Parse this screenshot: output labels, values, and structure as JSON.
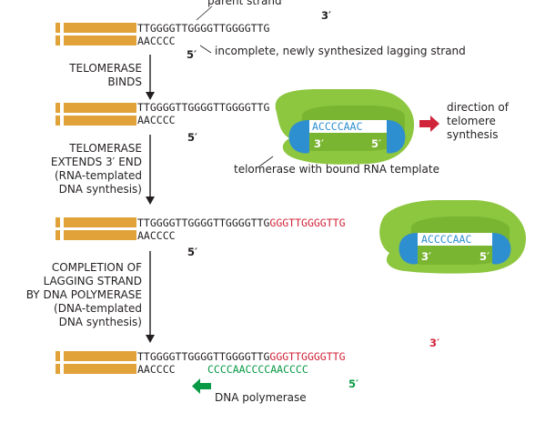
{
  "labels": {
    "parent_strand": "parent strand",
    "lagging_note": "incomplete, newly synthesized lagging strand",
    "direction": [
      "direction of",
      "telomere",
      "synthesis"
    ],
    "telomerase_note": "telomerase with bound RNA template",
    "dna_polymerase": "DNA polymerase"
  },
  "steps": [
    [
      "TELOMERASE",
      "BINDS"
    ],
    [
      "TELOMERASE",
      "EXTENDS 3′ END",
      "(RNA-templated",
      "DNA synthesis)"
    ],
    [
      "COMPLETION OF",
      "LAGGING STRAND",
      "BY DNA POLYMERASE",
      "(DNA-templated",
      "DNA synthesis)"
    ]
  ],
  "sequences": {
    "parent": "TTGGGGTTGGGGTTGGGGTTG",
    "extension": "GGGTTGGGGTTG",
    "lagging": "AACCCC",
    "new_lagging": "CCCCAACCCCAACCCC",
    "rna_template": "ACCCCAAC"
  },
  "primes": {
    "three": "3′",
    "five": "5′"
  },
  "colors": {
    "strand_bar": "#e1a23a",
    "telomerase": "#8dc63f",
    "telomerase_dark": "#7ab531",
    "rna_lobe": "#2e8fd0",
    "extension": "#d0243a",
    "new_strand": "#0a9a45",
    "direction_arrow": "#d0243a",
    "polymerase_arrow": "#0a9a45"
  }
}
